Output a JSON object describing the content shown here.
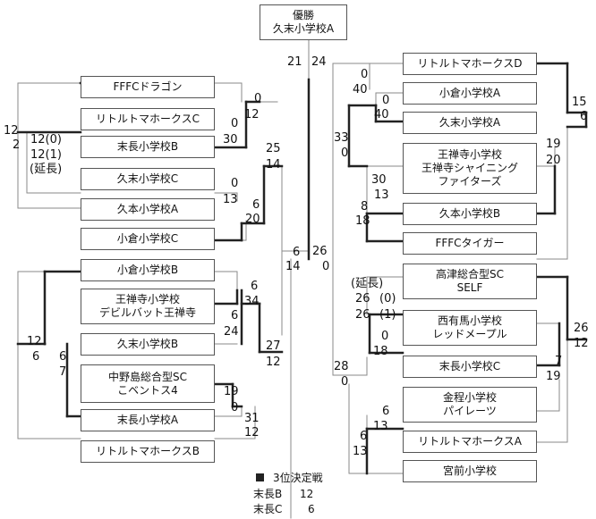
{
  "champion": {
    "label": "優勝",
    "team": "久末小学校A"
  },
  "teams": {
    "t01": "FFFCドラゴン",
    "t02": "リトルトマホークスC",
    "t03": "末長小学校B",
    "t04": "久末小学校C",
    "t05": "久本小学校A",
    "t06": "小倉小学校C",
    "t07": "小倉小学校B",
    "t08": [
      "王禅寺小学校",
      "デビルバット王禅寺"
    ],
    "t09": "久末小学校B",
    "t10": [
      "中野島総合型SC",
      "こベントス4"
    ],
    "t11": "末長小学校A",
    "t12": "リトルトマホークスB",
    "t13": "リトルトマホークスD",
    "t14": "小倉小学校A",
    "t15": "久末小学校A",
    "t16": [
      "王禅寺小学校",
      "王禅寺シャイニング",
      "ファイターズ"
    ],
    "t17": "久本小学校B",
    "t18": "FFFCタイガー",
    "t19": [
      "高津総合型SC",
      "SELF"
    ],
    "t20": [
      "西有馬小学校",
      "レッドメープル"
    ],
    "t21": "末長小学校C",
    "t22": [
      "金程小学校",
      "パイレーツ"
    ],
    "t23": "リトルトマホークスA",
    "t24": "宮前小学校"
  },
  "scores": {
    "s1": "0",
    "s2": "12",
    "s3": "0",
    "s4": "30",
    "s5": "25",
    "s6": "14",
    "s7": "0",
    "s8": "13",
    "s9": "6",
    "s10": "20",
    "s11": "12(0)",
    "s12": "12(1)",
    "s13": "(延長)",
    "s14": "12",
    "s15": "2",
    "s16": "6",
    "s17": "34",
    "s18": "6",
    "s19": "24",
    "s20": "27",
    "s21": "12",
    "s22": "19",
    "s23": "0",
    "s24": "31",
    "s25": "12",
    "s26": "6",
    "s27": "7",
    "s28": "12",
    "s29": "6",
    "s30": "6",
    "s31": "14",
    "s32": "21",
    "s33": "24",
    "s34": "26",
    "s35": "0",
    "s36": "0",
    "s37": "40",
    "s38": "0",
    "s39": "40",
    "s40": "33",
    "s41": "0",
    "s42": "15",
    "s43": "6",
    "s44": "30",
    "s45": "13",
    "s46": "8",
    "s47": "18",
    "s48": "19",
    "s49": "20",
    "s50": "(延長)",
    "s51": "26",
    "s52": "(0)",
    "s53": "26",
    "s54": "(1)",
    "s55": "0",
    "s56": "18",
    "s57": "28",
    "s58": "0",
    "s59": "7",
    "s60": "19",
    "s61": "26",
    "s62": "12",
    "s63": "6",
    "s64": "13",
    "s65": "6",
    "s66": "13"
  },
  "third_place": {
    "title": "3位決定戦",
    "rows": [
      {
        "team": "末長B",
        "score": "12"
      },
      {
        "team": "末長C",
        "score": "6"
      }
    ]
  },
  "colors": {
    "line": "#8a8a8a",
    "win": "#222222",
    "box_border": "#555555"
  }
}
